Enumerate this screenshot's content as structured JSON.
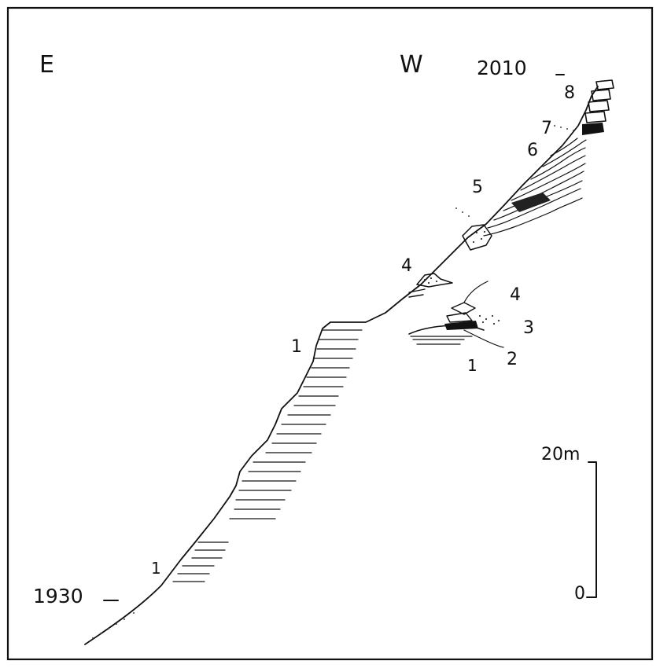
{
  "orientation": {
    "east": "E",
    "west": "W"
  },
  "elevations": {
    "top": "2010",
    "bottom": "1930"
  },
  "scale_bar": {
    "top_label": "20m",
    "bottom_label": "0"
  },
  "main_profile_layers": [
    "1",
    "1",
    "4",
    "5",
    "6",
    "7",
    "8"
  ],
  "inset_layers": [
    "4",
    "3",
    "2",
    "1"
  ],
  "colors": {
    "ink": "#111111",
    "background": "#ffffff"
  }
}
